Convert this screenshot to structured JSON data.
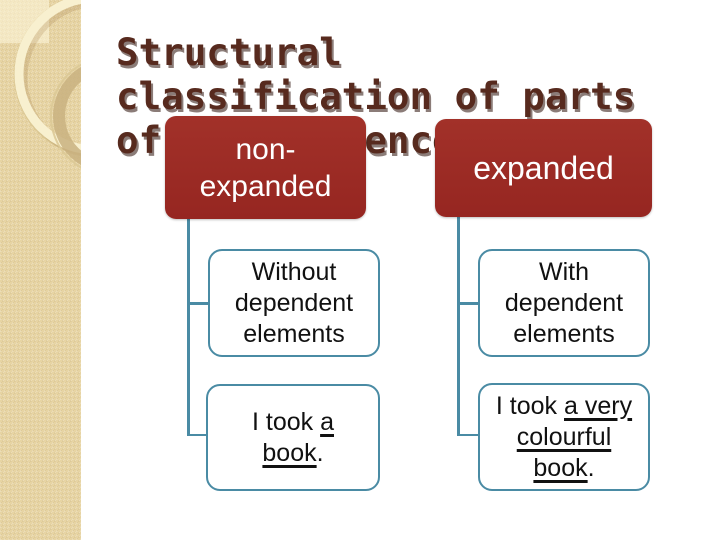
{
  "slide": {
    "title": "Structural\nclassification of parts\nof the sentence",
    "colors": {
      "accent_red": "#9C2B24",
      "connector_teal": "#4A8BA4",
      "strip_tan": "#E7D4A3",
      "title_brown": "#572A1E",
      "leaf_text": "#111111"
    }
  },
  "diagram": {
    "left_branch": {
      "root": "non-\nexpanded",
      "children": [
        {
          "text": "Without dependent elements"
        },
        {
          "prefix": "I took ",
          "underlined": "a book",
          "suffix": "."
        }
      ]
    },
    "right_branch": {
      "root": "expanded",
      "children": [
        {
          "text": "With dependent elements"
        },
        {
          "prefix": "I took ",
          "underlined": "a very colourful book",
          "suffix": "."
        }
      ]
    }
  }
}
